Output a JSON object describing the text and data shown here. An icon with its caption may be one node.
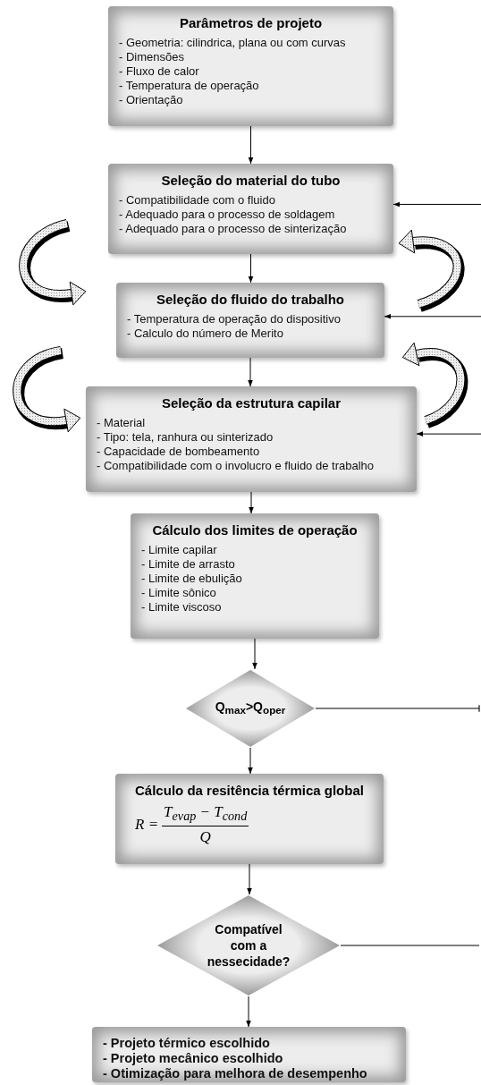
{
  "diagram": {
    "nodes": [
      {
        "text": [
          "Parâmetros de projeto",
          "- Geometria: cilindrica, plana ou com curvas",
          "- Dimensões",
          "- Fluxo de calor",
          "- Temperatura de operação",
          "- Orientação"
        ]
      },
      {
        "text": [
          "Seleção do material do tubo",
          "- Compatibilidade com o fluido",
          "- Adequado para o processo de soldagem",
          "- Adequado para o processo de sinterização"
        ]
      },
      {
        "text": [
          "Seleção do fluido do trabalho",
          "- Temperatura de operação do dispositivo",
          "- Calculo do número de Merito"
        ]
      },
      {
        "text": [
          "Seleção da estrutura capilar",
          "- Material",
          "- Tipo: tela, ranhura ou sinterizado",
          "- Capacidade de bombeamento",
          "- Compatibilidade com o involucro e fluido de trabalho"
        ]
      },
      {
        "text": [
          "Cálculo dos limites de operação",
          "- Limite capilar",
          "- Limite de arrasto",
          "- Limite de ebulição",
          "- Limite sônico",
          "- Limite viscoso"
        ]
      },
      {
        "text": [
          "Q$_{max}$>Q$_{oper}$"
        ]
      },
      {
        "text": [
          "Cálculo da resitência térmica global",
          "R =",
          "T$_{evap}$ − T$_{cond}$",
          "Q"
        ]
      },
      {
        "text": [
          "Compatível com a nessecidade?"
        ]
      },
      {
        "text": [
          "- Projeto térmico escolhido",
          "- Projeto mecânico escolhido",
          "- Otimização para melhora de desempenho"
        ]
      }
    ],
    "edges": [
      {
        "from": 0,
        "to": 1,
        "arrow": "to"
      },
      {
        "from": 1,
        "to": 2,
        "arrow": "to"
      },
      {
        "from": 2,
        "to": 3,
        "arrow": "to"
      },
      {
        "from": 3,
        "to": 4,
        "arrow": "to"
      },
      {
        "from": 4,
        "to": 5,
        "arrow": "to"
      },
      {
        "from": 5,
        "to": 6,
        "arrow": "to"
      },
      {
        "from": 6,
        "to": 7,
        "arrow": "to"
      },
      {
        "from": 7,
        "to": 8,
        "arrow": "to"
      },
      {
        "from": null,
        "to": 1,
        "arrow": "to"
      },
      {
        "from": null,
        "to": 2,
        "arrow": "to"
      },
      {
        "from": null,
        "to": 3,
        "arrow": "to"
      },
      {
        "from": 5,
        "to": null,
        "arrow": "other"
      },
      {
        "from": 7,
        "to": null,
        "arrow": "none"
      }
    ]
  }
}
